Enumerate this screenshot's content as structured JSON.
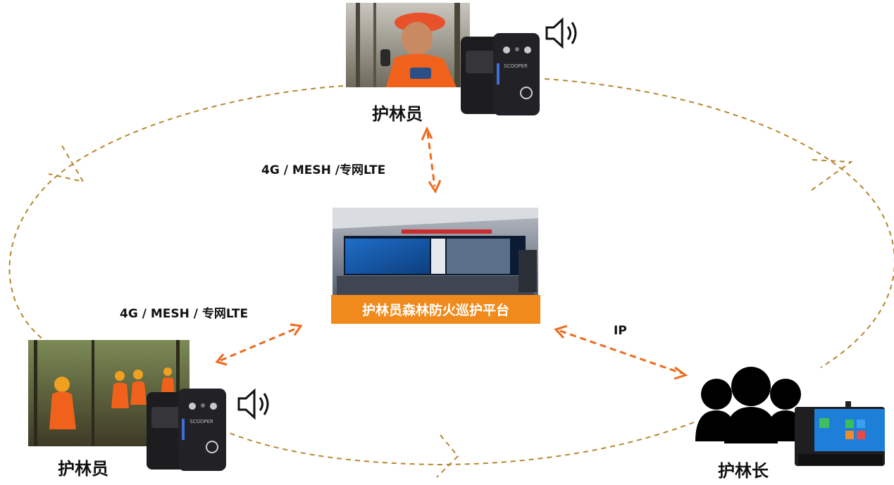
{
  "colors": {
    "dashed_ring": "#b8862e",
    "arrow_orange": "#ee6a1c",
    "platform_bg": "#f08a1c",
    "vest_orange": "#f0621c",
    "device_black": "#1d1d1f"
  },
  "nodes": {
    "ranger_top": {
      "label": "护林员"
    },
    "ranger_left": {
      "label": "护林员"
    },
    "chief": {
      "label": "护林长"
    },
    "platform": {
      "label": "护林员森林防火巡护平台"
    },
    "body_camera": {
      "brand": "SCOOPER"
    }
  },
  "links": {
    "top_to_platform": {
      "label": "4G / MESH /专网LTE"
    },
    "left_to_platform": {
      "label": "4G / MESH / 专网LTE"
    },
    "platform_to_chief": {
      "label": "IP"
    }
  },
  "icons": {
    "speaker": "speaker-icon",
    "people": "people-group-icon",
    "terminal": "video-terminal-icon"
  }
}
